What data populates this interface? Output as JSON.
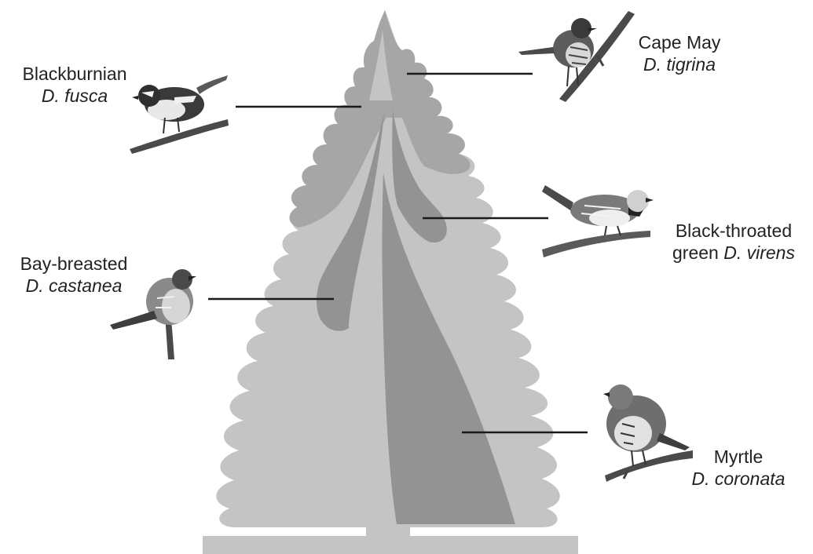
{
  "colors": {
    "background": "#ffffff",
    "tree_light": "#c4c4c4",
    "tree_mid": "#b3b3b3",
    "zone_dark": "#939393",
    "leader": "#1a1a1a",
    "text": "#222222"
  },
  "species": [
    {
      "common": "Blackburnian",
      "scientific": "D. fusca",
      "icon": "warbler-photo"
    },
    {
      "common": "Cape May",
      "scientific": "D. tigrina",
      "icon": "warbler-photo"
    },
    {
      "common": "Black-throated",
      "common_line2": "green",
      "scientific": "D. virens",
      "icon": "warbler-photo"
    },
    {
      "common": "Bay-breasted",
      "scientific": "D. castanea",
      "icon": "warbler-photo"
    },
    {
      "common": "Myrtle",
      "scientific": "D. coronata",
      "icon": "warbler-photo"
    }
  ]
}
